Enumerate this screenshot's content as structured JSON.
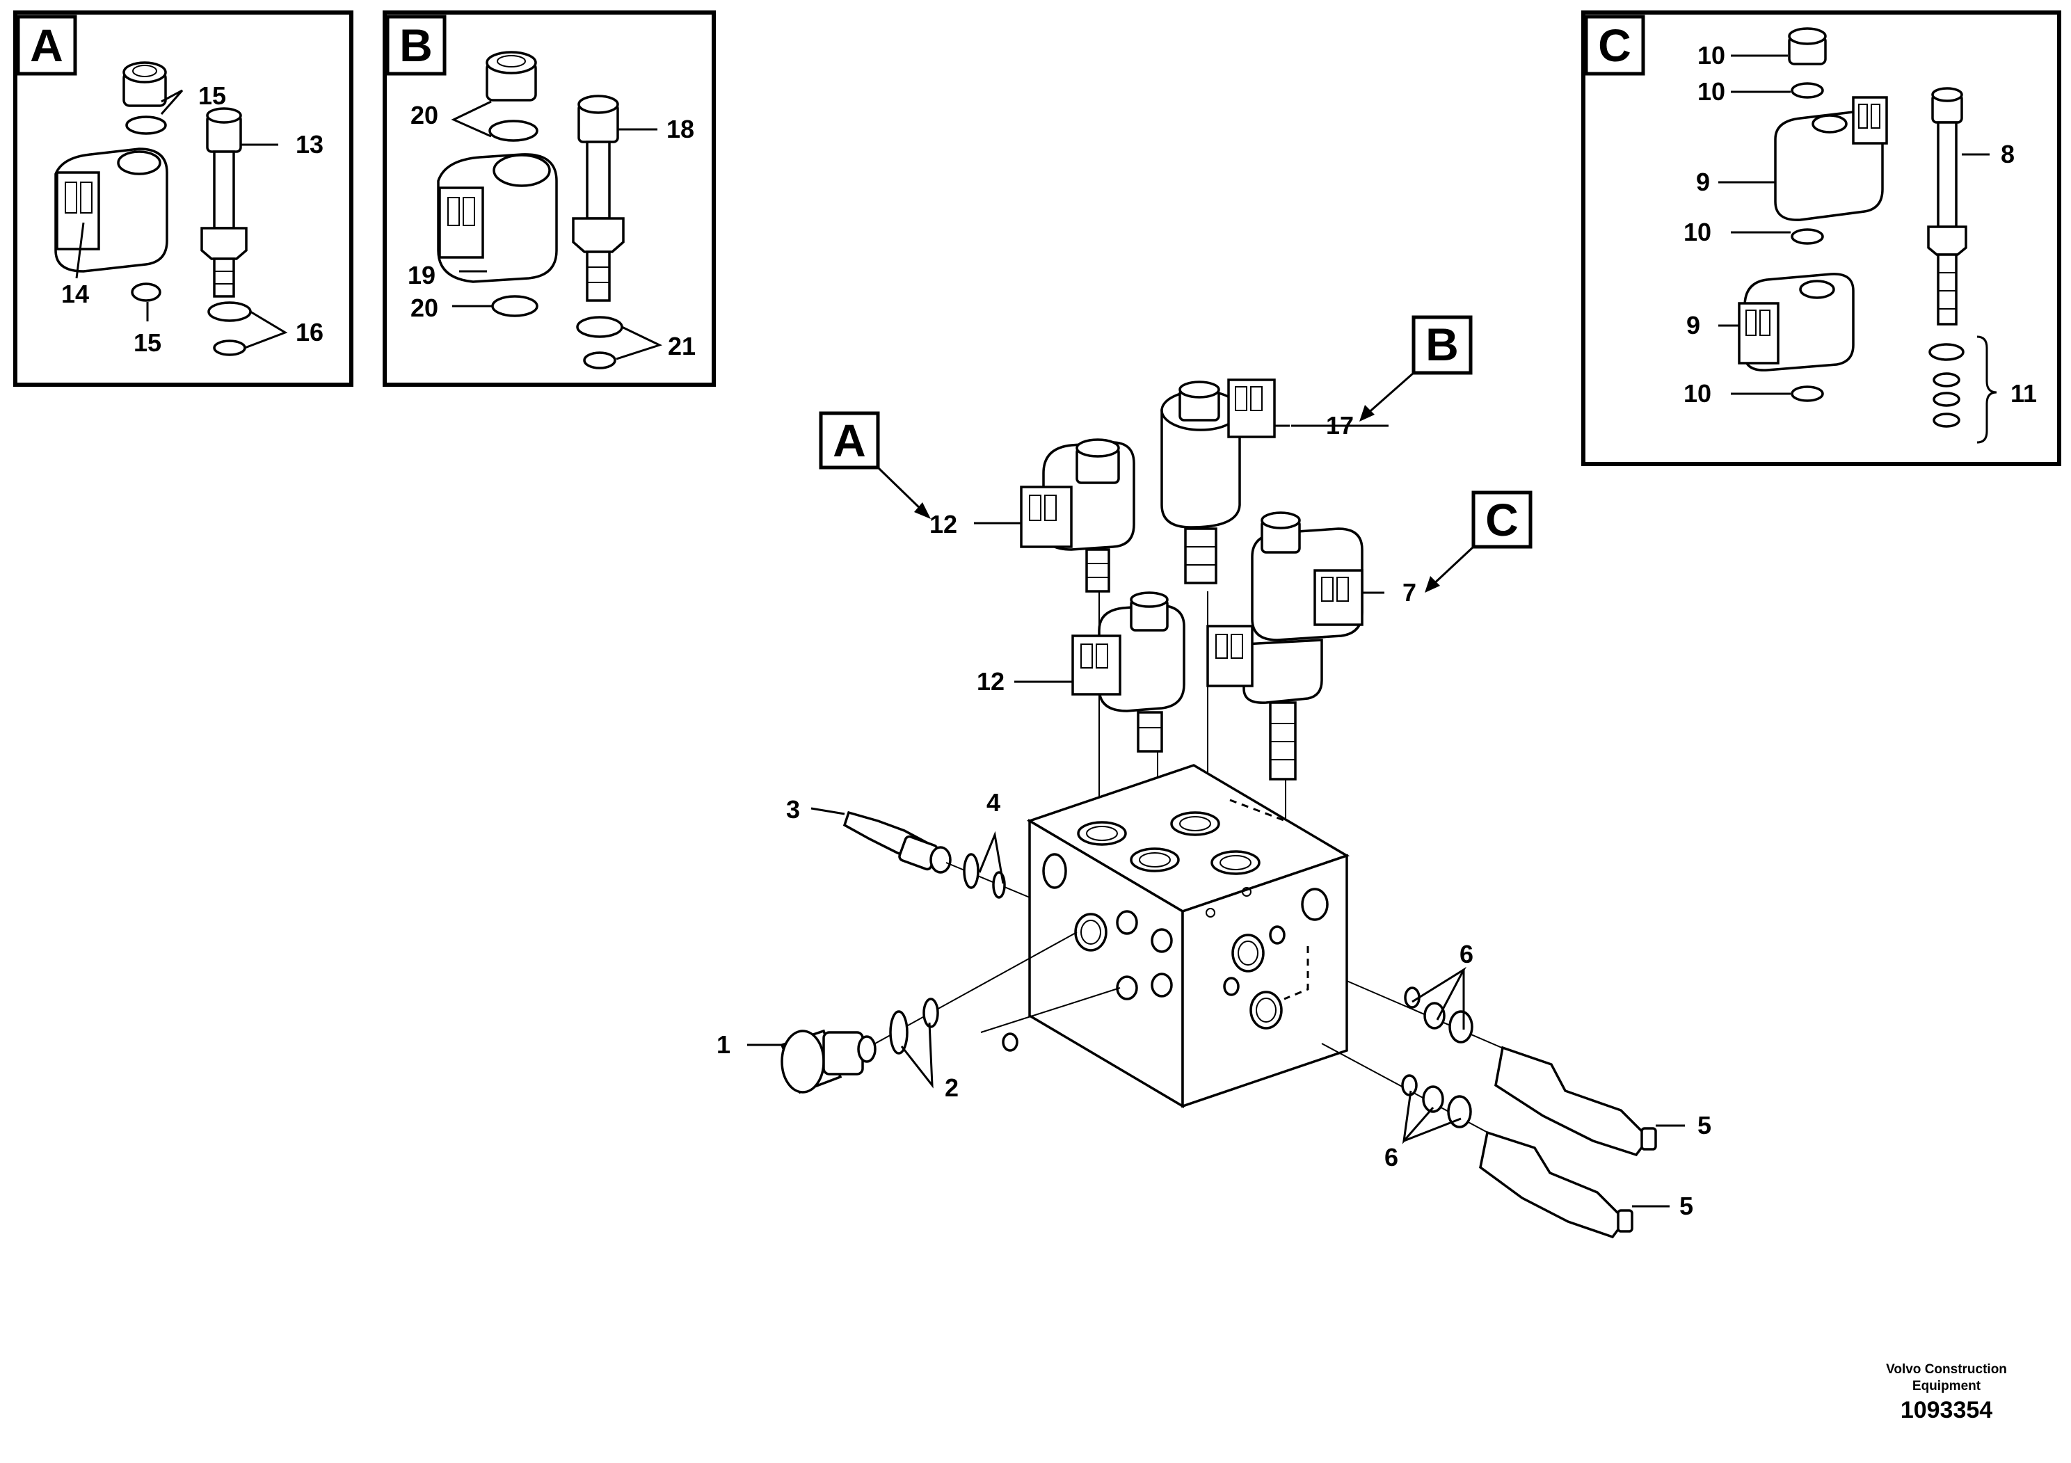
{
  "detail_boxes": [
    {
      "label": "A",
      "callouts": [
        "15",
        "13",
        "14",
        "15",
        "16"
      ]
    },
    {
      "label": "B",
      "callouts": [
        "20",
        "18",
        "19",
        "20",
        "21"
      ]
    },
    {
      "label": "C",
      "callouts": [
        "10",
        "10",
        "8",
        "9",
        "10",
        "9",
        "10",
        "11"
      ]
    }
  ],
  "main_view": {
    "section_tags": [
      "A",
      "B",
      "C"
    ],
    "callouts": [
      "12",
      "17",
      "7",
      "12",
      "3",
      "4",
      "1",
      "2",
      "6",
      "6",
      "5",
      "5"
    ]
  },
  "footer": {
    "company_line1": "Volvo Construction",
    "company_line2": "Equipment",
    "drawing_number": "1093354"
  }
}
